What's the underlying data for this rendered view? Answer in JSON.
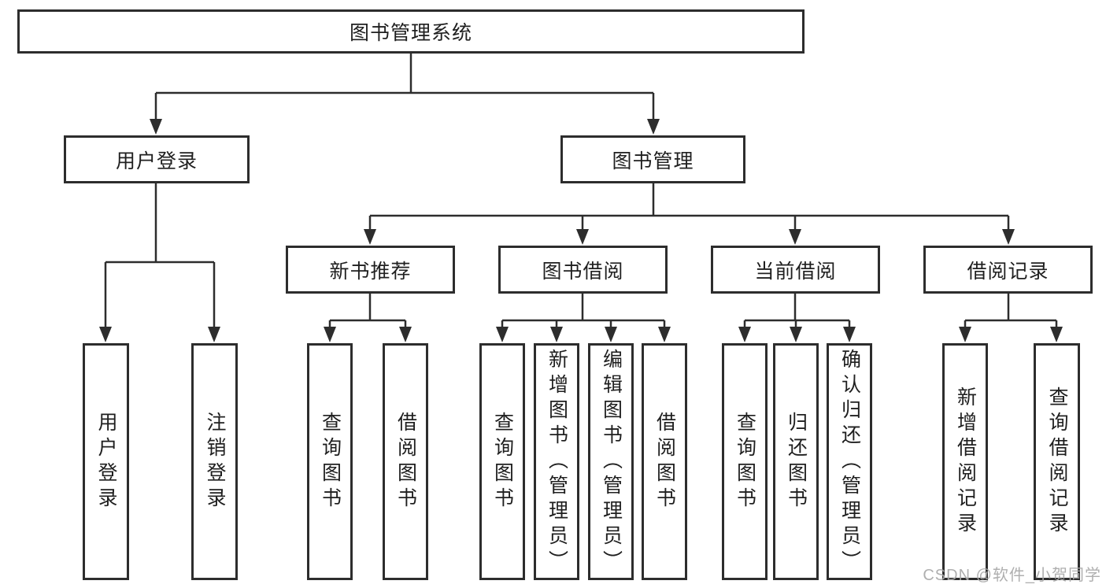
{
  "diagram": {
    "root": "图书管理系统",
    "level1": [
      {
        "label": "用户登录",
        "children": [
          "用户登录",
          "注销登录"
        ]
      },
      {
        "label": "图书管理",
        "groups": [
          {
            "label": "新书推荐",
            "children": [
              "查询图书",
              "借阅图书"
            ]
          },
          {
            "label": "图书借阅",
            "children": [
              "查询图书",
              "新增图书（管理员）",
              "编辑图书（管理员）",
              "借阅图书"
            ]
          },
          {
            "label": "当前借阅",
            "children": [
              "查询图书",
              "归还图书",
              "确认归还（管理员）"
            ]
          },
          {
            "label": "借阅记录",
            "children": [
              "新增借阅记录",
              "查询借阅记录"
            ]
          }
        ]
      }
    ]
  },
  "watermark": {
    "text": "CSDN @软件_小贺同学"
  },
  "colors": {
    "line": "#2d2d2d",
    "box_border": "#2d2d2d",
    "text": "#1f1f1f",
    "watermark": "#a9a9a9",
    "background": "#ffffff"
  }
}
